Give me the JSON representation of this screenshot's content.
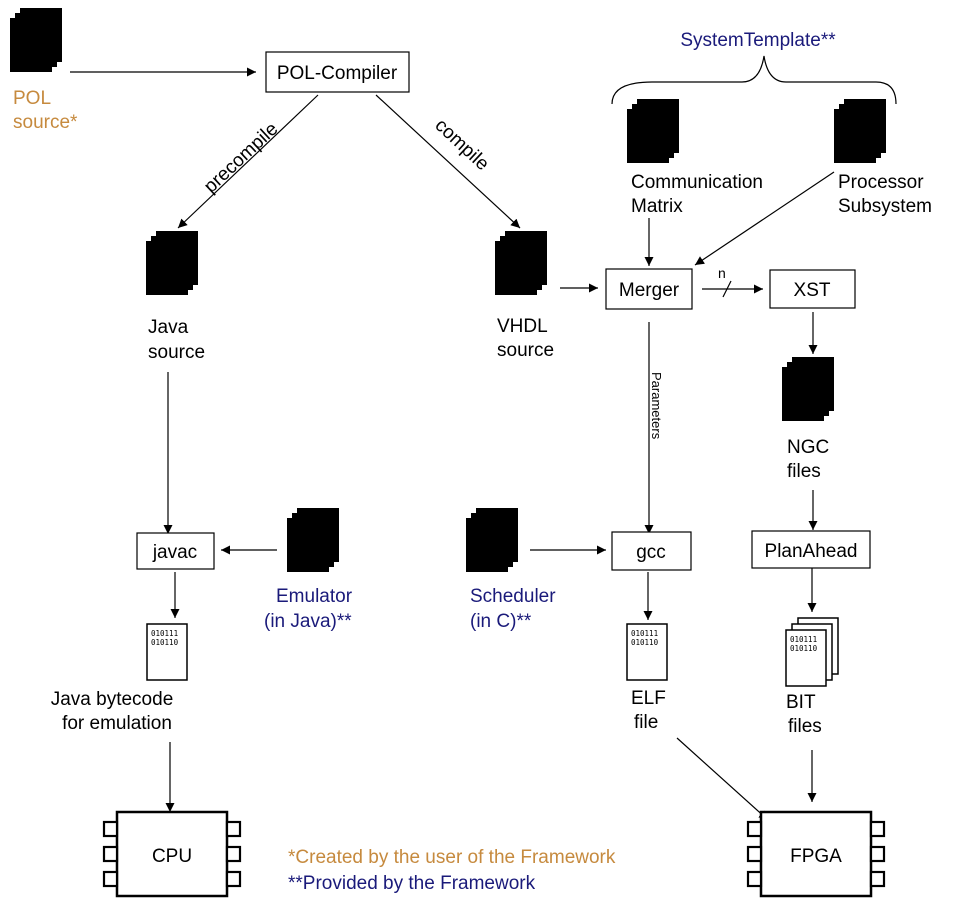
{
  "colors": {
    "user": "#c68a3e",
    "framework": "#1a1a7a",
    "ink": "#000000"
  },
  "diagram": {
    "pol_source": [
      "POL",
      "source*"
    ],
    "pol_compiler": "POL-Compiler",
    "precompile": "precompile",
    "compile": "compile",
    "system_template": "SystemTemplate**",
    "communication_matrix": [
      "Communication",
      "Matrix"
    ],
    "processor_subsystem": [
      "Processor",
      "Subsystem"
    ],
    "java_source": [
      "Java",
      "source"
    ],
    "vhdl_source": [
      "VHDL",
      "source"
    ],
    "merger": "Merger",
    "bus_n": "n",
    "xst": "XST",
    "parameters": "Parameters",
    "ngc_files": [
      "NGC",
      "files"
    ],
    "javac": "javac",
    "emulator": [
      "Emulator",
      "(in Java)**"
    ],
    "scheduler": [
      "Scheduler",
      "(in C)**"
    ],
    "gcc": "gcc",
    "planahead": "PlanAhead",
    "bits": [
      "010111",
      "010110"
    ],
    "java_bytecode": [
      "Java bytecode",
      "for emulation"
    ],
    "elf_file": [
      "ELF",
      "file"
    ],
    "bit_files": [
      "BIT",
      "files"
    ],
    "cpu": "CPU",
    "fpga": "FPGA",
    "legend": {
      "user": "*Created by the user of the Framework",
      "framework": "**Provided by the Framework"
    }
  }
}
